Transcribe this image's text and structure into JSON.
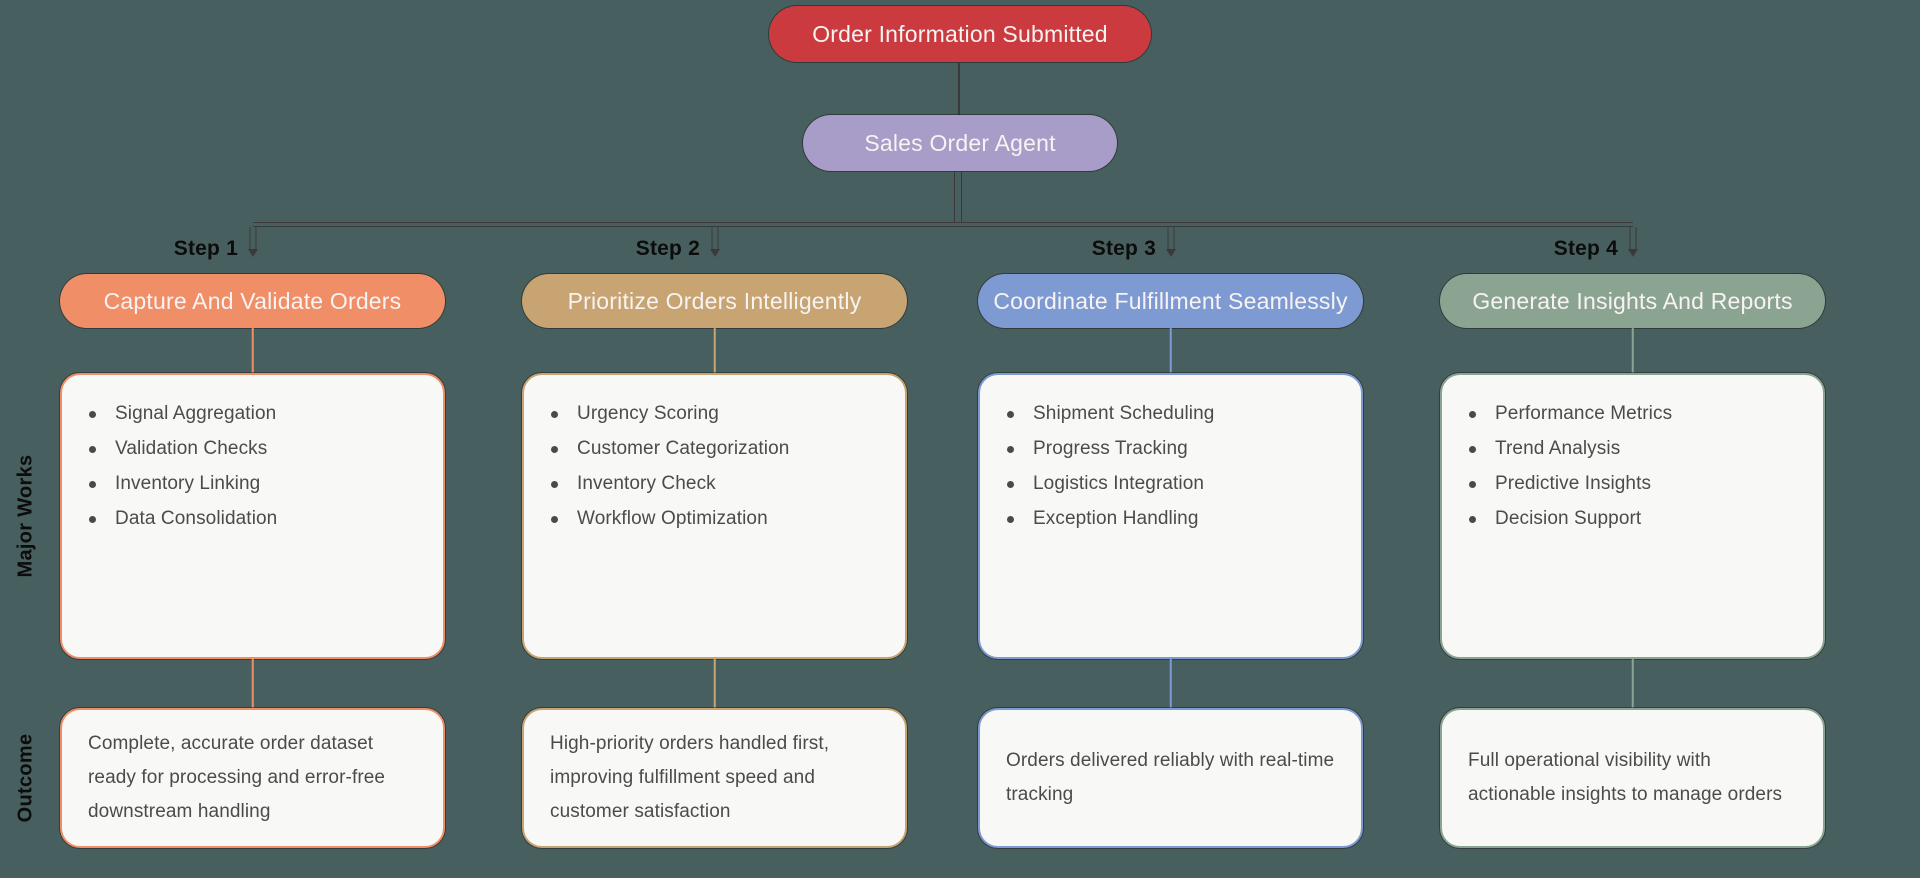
{
  "canvas": {
    "bg": "#47605f",
    "line_color": "#3a3a3a"
  },
  "top": {
    "start": {
      "label": "Order Information Submitted",
      "color": "#cb3a3e"
    },
    "agent": {
      "label": "Sales Order Agent",
      "color": "#a89cc8"
    }
  },
  "side_labels": {
    "major_works": "Major Works",
    "outcome": "Outcome"
  },
  "steps": [
    {
      "label": "Step 1",
      "title": "Capture And Validate Orders",
      "accent": "#f08e67",
      "works": [
        "Signal Aggregation",
        "Validation Checks",
        "Inventory Linking",
        "Data Consolidation"
      ],
      "outcome": "Complete, accurate order dataset ready for processing and error-free downstream handling"
    },
    {
      "label": "Step 2",
      "title": "Prioritize Orders Intelligently",
      "accent": "#c7a472",
      "works": [
        "Urgency Scoring",
        "Customer Categorization",
        "Inventory Check",
        "Workflow Optimization"
      ],
      "outcome": "High-priority orders handled first, improving fulfillment speed and customer satisfaction"
    },
    {
      "label": "Step 3",
      "title": "Coordinate Fulfillment Seamlessly",
      "accent": "#7e9ad2",
      "works": [
        "Shipment Scheduling",
        "Progress Tracking",
        "Logistics Integration",
        "Exception Handling"
      ],
      "outcome": "Orders delivered reliably with real-time tracking"
    },
    {
      "label": "Step 4",
      "title": "Generate Insights And Reports",
      "accent": "#8ba492",
      "works": [
        "Performance Metrics",
        "Trend Analysis",
        "Predictive Insights",
        "Decision Support"
      ],
      "outcome": "Full operational visibility with actionable insights to manage orders"
    }
  ]
}
